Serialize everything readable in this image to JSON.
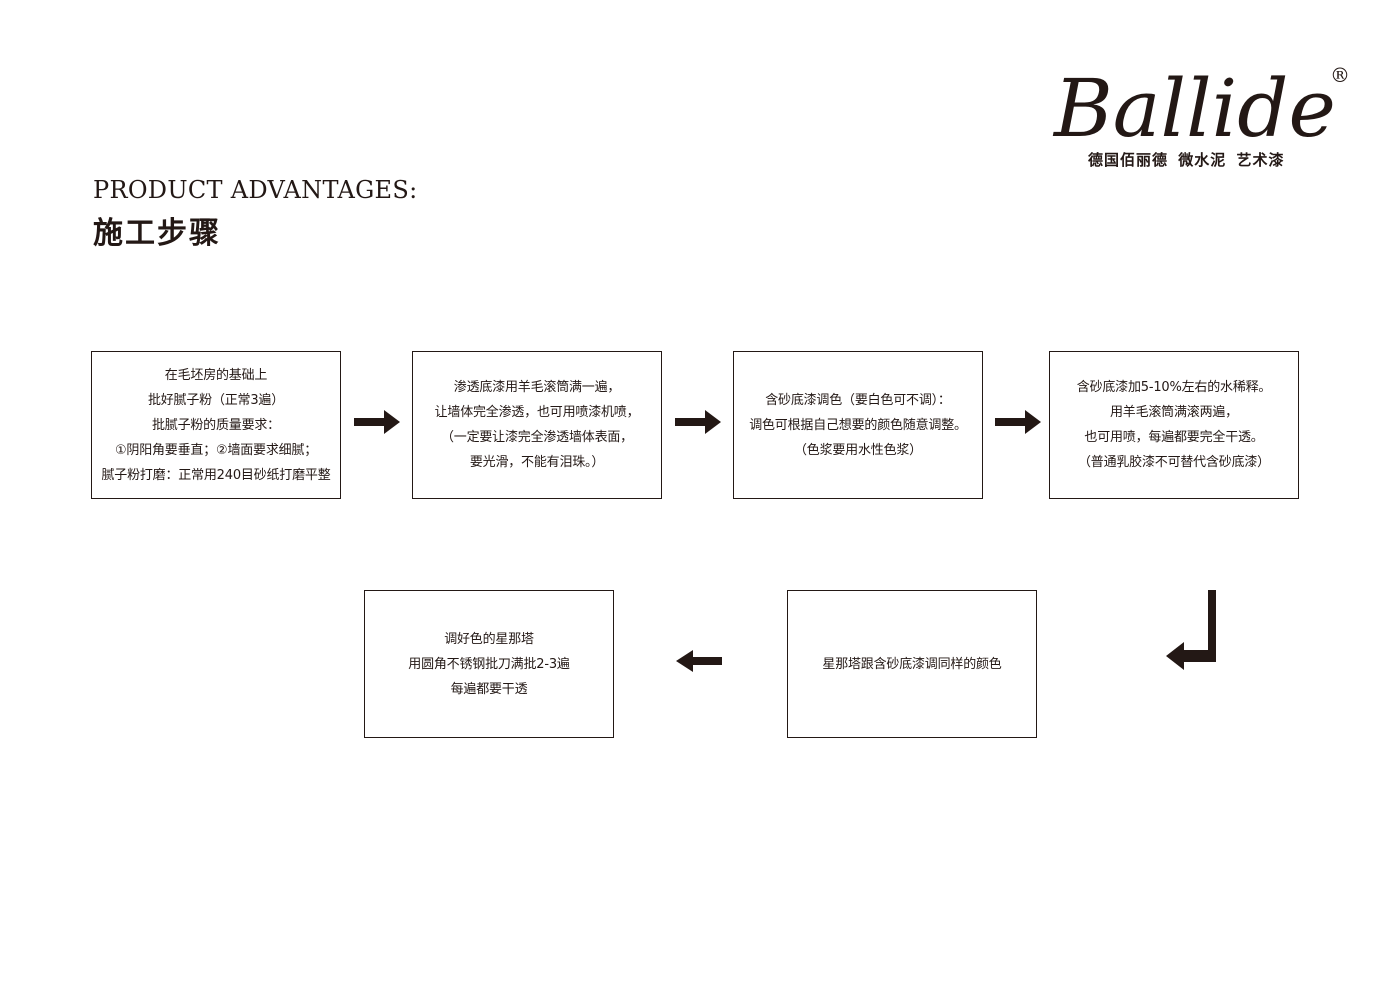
{
  "brand": {
    "logo_text": "Ballide",
    "registered_mark": "®",
    "tagline": "德国佰丽德  微水泥  艺术漆"
  },
  "heading": {
    "en": "PRODUCT ADVANTAGES:",
    "cn": "施工步骤"
  },
  "steps": [
    {
      "lines": [
        "在毛坯房的基础上",
        "批好腻子粉（正常3遍）",
        "批腻子粉的质量要求：",
        "①阴阳角要垂直；②墙面要求细腻；",
        "腻子粉打磨：正常用240目砂纸打磨平整"
      ]
    },
    {
      "lines": [
        "渗透底漆用羊毛滚筒满一遍，",
        "让墙体完全渗透，也可用喷漆机喷，",
        "（一定要让漆完全渗透墙体表面，",
        "要光滑，不能有泪珠。）"
      ]
    },
    {
      "lines": [
        "含砂底漆调色（要白色可不调）：",
        "调色可根据自己想要的颜色随意调整。",
        "（色浆要用水性色浆）"
      ]
    },
    {
      "lines": [
        "含砂底漆加5-10%左右的水稀释。",
        "用羊毛滚筒满滚两遍，",
        "也可用喷，每遍都要完全干透。",
        "（普通乳胶漆不可替代含砂底漆）"
      ]
    },
    {
      "lines": [
        "星那塔跟含砂底漆调同样的颜色"
      ]
    },
    {
      "lines": [
        "调好色的星那塔",
        "用圆角不锈钢批刀满批2-3遍",
        "每遍都要干透"
      ]
    }
  ],
  "colors": {
    "ink": "#231815",
    "background": "#ffffff"
  },
  "icons": {
    "arrow_right": "arrow-right-icon",
    "arrow_left": "arrow-left-icon",
    "arrow_down_left": "arrow-down-left-icon"
  }
}
